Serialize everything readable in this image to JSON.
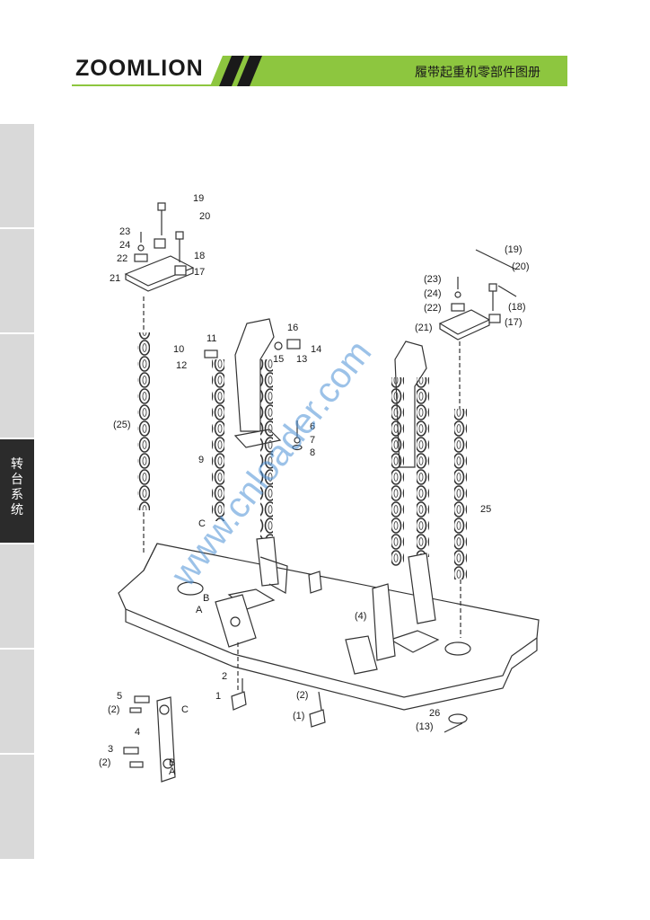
{
  "header": {
    "brand": "ZOOMLION",
    "title": "履带起重机零部件图册",
    "accent_color": "#8dc63f"
  },
  "sidebar": {
    "tabs": [
      {
        "label": ""
      },
      {
        "label": ""
      },
      {
        "label": ""
      },
      {
        "label": "转台系统",
        "active": true
      },
      {
        "label": ""
      },
      {
        "label": ""
      },
      {
        "label": ""
      }
    ]
  },
  "diagram": {
    "watermark": "www.cnloader.com",
    "callouts": {
      "c19a": "19",
      "c20a": "20",
      "c23a": "23",
      "c24a": "24",
      "c18a": "18",
      "c22a": "22",
      "c17a": "17",
      "c21a": "21",
      "c16": "16",
      "c11": "11",
      "c10": "10",
      "c12": "12",
      "c15": "15",
      "c14": "14",
      "c13": "13",
      "c25a": "(25)",
      "c9": "9",
      "c6": "6",
      "c7": "7",
      "c8": "8",
      "cC": "C",
      "cB": "B",
      "cA": "A",
      "c4p": "(4)",
      "c2": "2",
      "c1": "1",
      "c2p": "(2)",
      "c1p": "(1)",
      "c19b": "(19)",
      "c20b": "(20)",
      "c23b": "(23)",
      "c24b": "(24)",
      "c18b": "(18)",
      "c22b": "(22)",
      "c17b": "(17)",
      "c21b": "(21)",
      "c25b": "25",
      "c26": "26",
      "c13p": "(13)",
      "l5": "5",
      "l2a": "(2)",
      "lC": "C",
      "l4": "4",
      "l3": "3",
      "l2b": "(2)",
      "lB": "B",
      "lA": "A"
    }
  }
}
